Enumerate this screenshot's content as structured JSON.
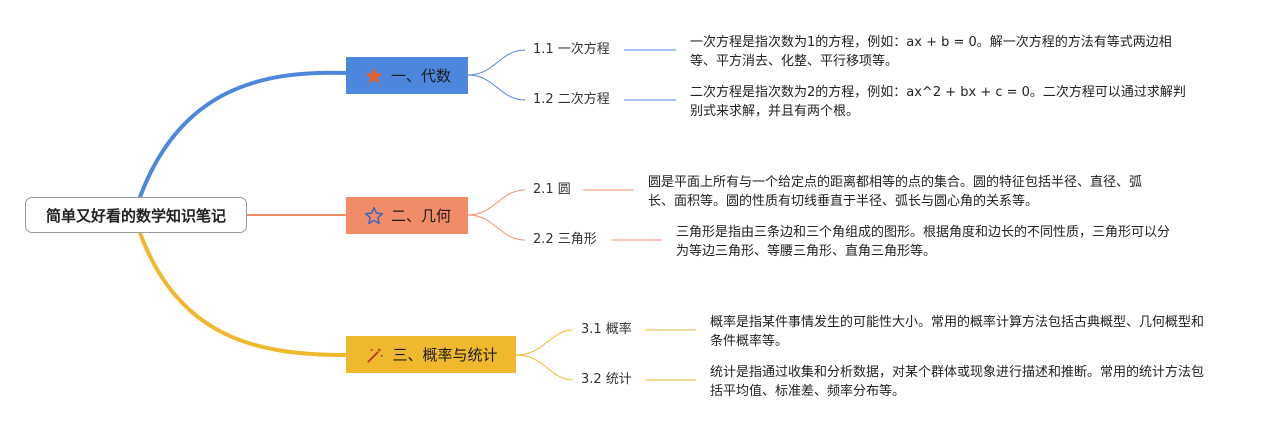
{
  "root": {
    "label": "简单又好看的数学知识笔记"
  },
  "branches": [
    {
      "label": "一、代数",
      "icon": "star-filled-icon",
      "color": "#4d87dd",
      "children": [
        {
          "label": "1.1 一次方程",
          "note": "一次方程是指次数为1的方程，例如：ax + b = 0。解一次方程的方法有等式两边相等、平方消去、化整、平行移项等。"
        },
        {
          "label": "1.2 二次方程",
          "note": "二次方程是指次数为2的方程，例如：ax^2 + bx + c = 0。二次方程可以通过求解判别式来求解，并且有两个根。"
        }
      ]
    },
    {
      "label": "二、几何",
      "icon": "star-outline-icon",
      "color": "#f28c68",
      "children": [
        {
          "label": "2.1 圆",
          "note": "圆是平面上所有与一个给定点的距离都相等的点的集合。圆的特征包括半径、直径、弧长、面积等。圆的性质有切线垂直于半径、弧长与圆心角的关系等。"
        },
        {
          "label": "2.2 三角形",
          "note": "三角形是指由三条边和三个角组成的图形。根据角度和边长的不同性质，三角形可以分为等边三角形、等腰三角形、直角三角形等。"
        }
      ]
    },
    {
      "label": "三、概率与统计",
      "icon": "magic-wand-icon",
      "color": "#f0b92d",
      "children": [
        {
          "label": "3.1 概率",
          "note": "概率是指某件事情发生的可能性大小。常用的概率计算方法包括古典概型、几何概型和条件概率等。"
        },
        {
          "label": "3.2 统计",
          "note": "统计是指通过收集和分析数据，对某个群体或现象进行描述和推断。常用的统计方法包括平均值、标准差、频率分布等。"
        }
      ]
    }
  ]
}
